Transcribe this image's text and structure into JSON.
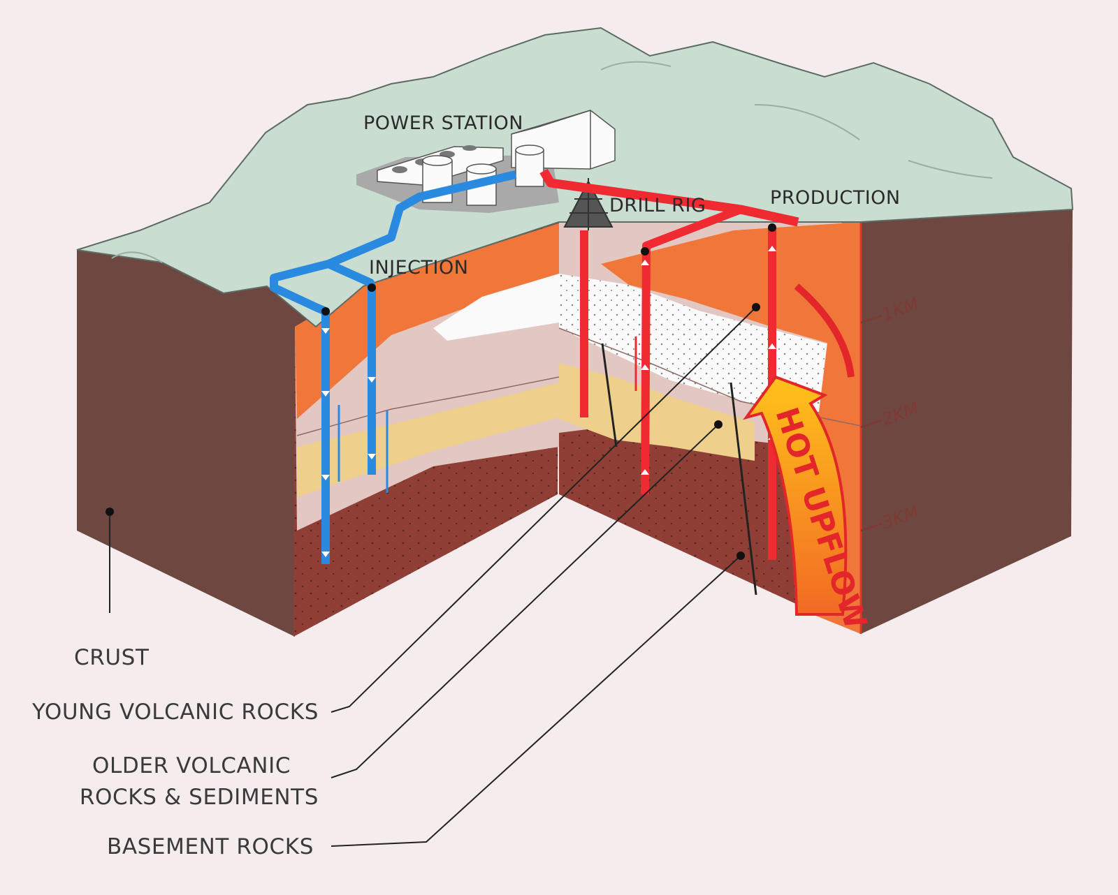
{
  "labels": {
    "power_station": "POWER STATION",
    "drill_rig": "DRILL RIG",
    "production": "PRODUCTION",
    "injection": "INJECTION",
    "hot_upflow": "HOT UPFLOW",
    "crust": "CRUST",
    "young_volcanic": "YOUNG VOLCANIC ROCKS",
    "older_volcanic_1": "OLDER VOLCANIC",
    "older_volcanic_2": "ROCKS & SEDIMENTS",
    "basement": "BASEMENT ROCKS"
  },
  "depths": [
    "1KM",
    "2KM",
    "3KM"
  ],
  "colors": {
    "surface": "#c9ddd1",
    "crust": "#6e4840",
    "hot_zone": "#f0763a",
    "young_volcanic": "#fafafa",
    "older_volcanic": "#e2c7c3",
    "sediment_band": "#efcf8c",
    "basement": "#8f3f35",
    "injection_pipe": "#2a8ae0",
    "production_pipe": "#ef2a30"
  }
}
